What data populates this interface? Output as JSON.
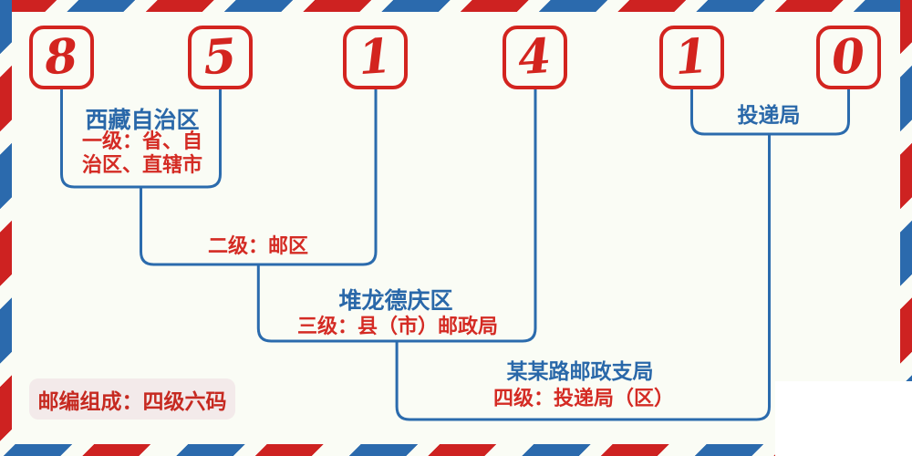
{
  "code": {
    "digits": [
      "8",
      "5",
      "1",
      "4",
      "1",
      "0"
    ]
  },
  "labels": {
    "level1_region": "西藏自治区",
    "level1_desc_line1": "一级：省、自",
    "level1_desc_line2": "治区、直辖市",
    "level2_desc": "二级：邮区",
    "level3_region": "堆龙德庆区",
    "level3_desc": "三级：县（市）邮政局",
    "level4_region": "某某路邮政支局",
    "level4_desc": "四级：投递局（区）",
    "delivery_office": "投递局"
  },
  "badge": {
    "text": "邮编组成：四级六码"
  },
  "colors": {
    "stripe_red": "#ce2221",
    "stripe_blue": "#2b6aad",
    "digit_red": "#d3241f",
    "text_red": "#d42b24",
    "text_blue": "#2a68a9",
    "line_blue": "#2b6bad",
    "badge_bg": "#f3eaea",
    "background": "#fafcf5"
  }
}
